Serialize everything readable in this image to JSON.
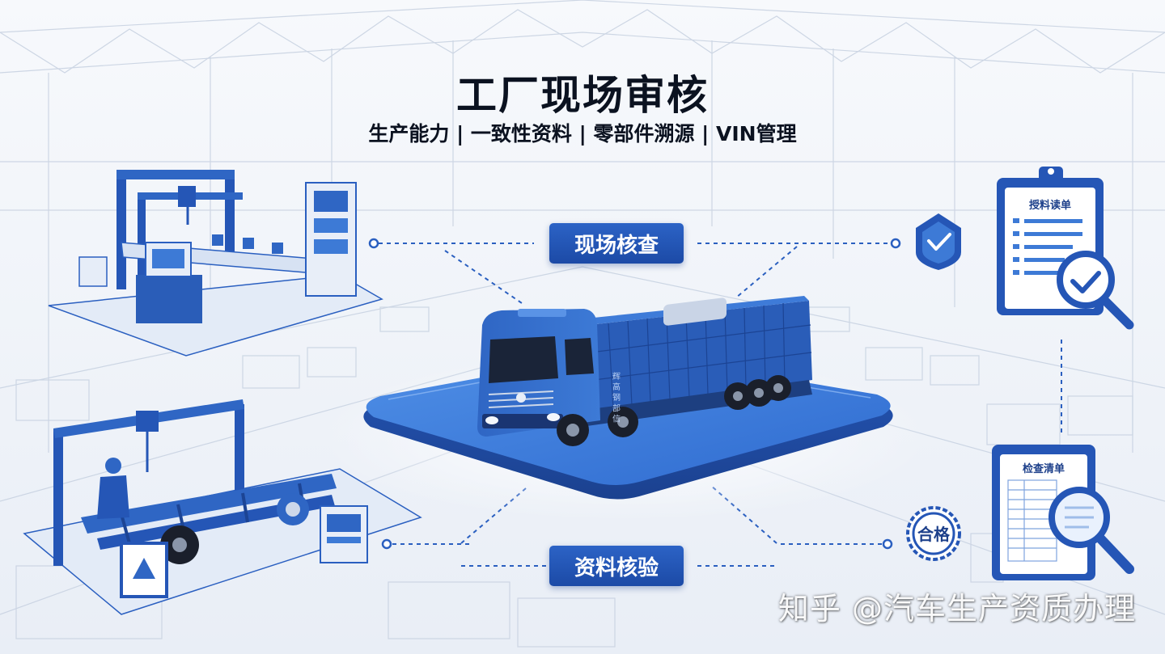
{
  "header": {
    "title": "工厂现场审核",
    "subtitle": "生产能力 | 一致性资料 | 零部件溯源 | VIN管理"
  },
  "tags": {
    "top": "现场核查",
    "bottom": "资料核验"
  },
  "documents": {
    "top_label": "授料读单",
    "bottom_label": "检查清单"
  },
  "seal": {
    "text": "合格"
  },
  "truck": {
    "side_marking": "辉 高 钢 部 信"
  },
  "watermark": "知乎 @汽车生产资质办理",
  "icons": [
    "shield-check-icon",
    "clipboard-magnifier-icon",
    "seal-icon"
  ],
  "colors": {
    "accent": "#1f54b4",
    "accent_light": "#4a86e0",
    "text_dark": "#0b1220",
    "background": "#f2f5fa"
  }
}
